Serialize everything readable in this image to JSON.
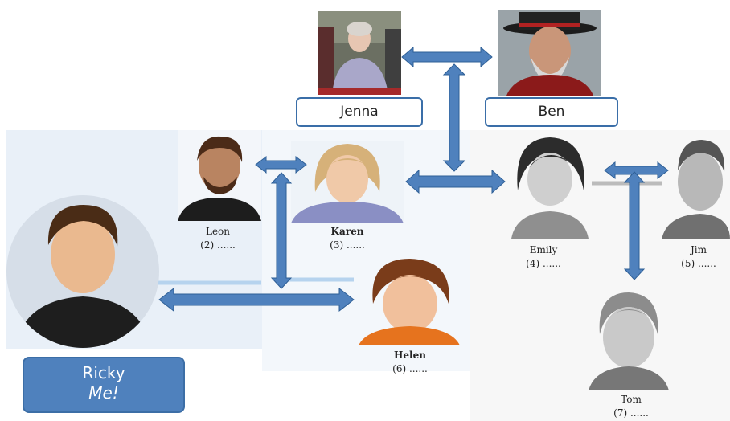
{
  "people": {
    "jenna": {
      "name": "Jenna"
    },
    "ben": {
      "name": "Ben"
    },
    "leon": {
      "name": "Leon",
      "num": "(2) ......"
    },
    "karen": {
      "name": "Karen",
      "num": "(3) ......"
    },
    "emily": {
      "name": "Emily",
      "num": "(4) ......"
    },
    "jim": {
      "name": "Jim",
      "num": "(5) ......"
    },
    "helen": {
      "name": "Helen",
      "num": "(6) ......"
    },
    "tom": {
      "name": "Tom",
      "num": "(7) ......"
    },
    "ricky": {
      "name": "Ricky",
      "note": "Me!"
    }
  },
  "colors": {
    "arrow": "#4f81bd",
    "arrow_stroke": "#2e5f96",
    "ricky_box": "#4f81bd",
    "box_border": "#3a6ea8",
    "panel_line": "#a9c9e8"
  }
}
